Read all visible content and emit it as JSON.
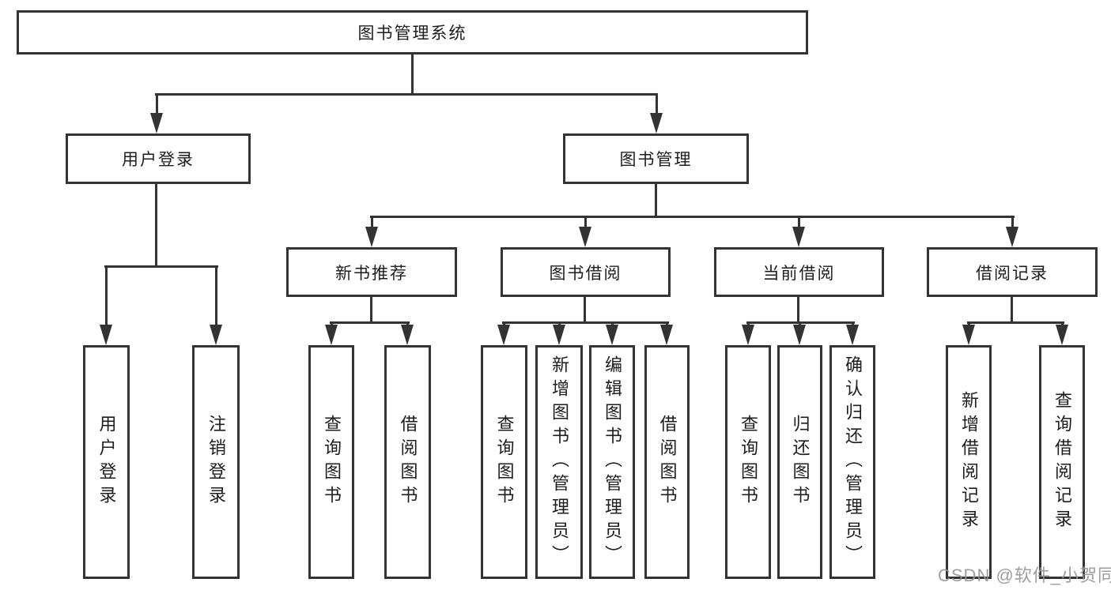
{
  "tree": {
    "root": {
      "label": "图书管理系统"
    },
    "branches": [
      {
        "label": "用户登录",
        "children": [
          {
            "label": "用户登录"
          },
          {
            "label": "注销登录"
          }
        ]
      },
      {
        "label": "图书管理",
        "children": [
          {
            "label": "新书推荐",
            "children": [
              {
                "label": "查询图书"
              },
              {
                "label": "借阅图书"
              }
            ]
          },
          {
            "label": "图书借阅",
            "children": [
              {
                "label": "查询图书"
              },
              {
                "label": "新增图书（管理员）"
              },
              {
                "label": "编辑图书（管理员）"
              },
              {
                "label": "借阅图书"
              }
            ]
          },
          {
            "label": "当前借阅",
            "children": [
              {
                "label": "查询图书"
              },
              {
                "label": "归还图书"
              },
              {
                "label": "确认归还（管理员）"
              }
            ]
          },
          {
            "label": "借阅记录",
            "children": [
              {
                "label": "新增借阅记录"
              },
              {
                "label": "查询借阅记录"
              }
            ]
          }
        ]
      }
    ]
  },
  "watermark": {
    "text": "CSDN @软件_小贺同学"
  }
}
